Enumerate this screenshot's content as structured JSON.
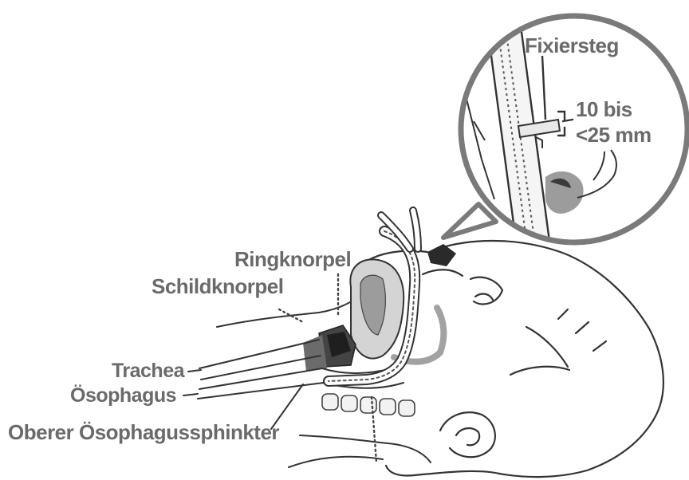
{
  "labels": {
    "fixiersteg": "Fixiersteg",
    "distance_line1": "10 bis",
    "distance_line2": "<25 mm",
    "ringknorpel": "Ringknorpel",
    "schildknorpel": "Schildknorpel",
    "trachea": "Trachea",
    "oesophagus": "Ösophagus",
    "oberer_sphinkter": "Oberer Ösophagussphinkter"
  },
  "colors": {
    "label_text": "#6a6a6a",
    "line_art": "#333333",
    "magnifier_ring": "#7a7a7a",
    "shading": "#555555"
  }
}
